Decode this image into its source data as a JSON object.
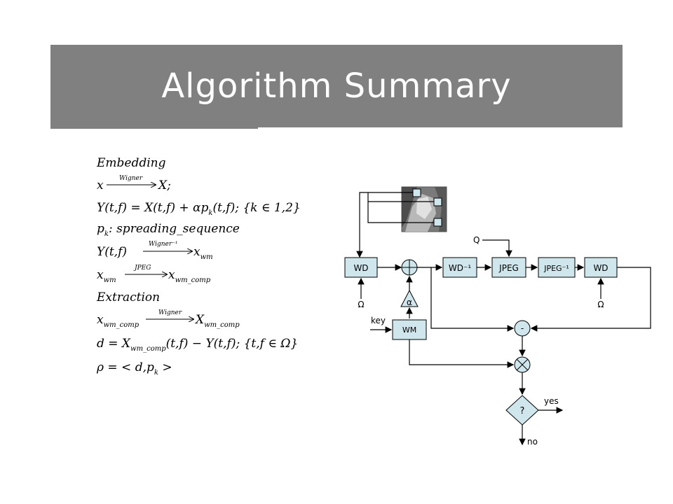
{
  "slide": {
    "title": "Algorithm Summary"
  },
  "math": {
    "embedding_heading": "Embedding",
    "extraction_heading": "Extraction",
    "line1": {
      "lhs": "x",
      "arrow_label": "Wigner",
      "rhs": "X;"
    },
    "line2": {
      "text": "Y(t,f) = X(t,f) + αp",
      "sub": "k",
      "tail": "(t,f); {k ∈ 1,2}"
    },
    "line3": {
      "text": "p",
      "sub": "k",
      "tail": ": spreading_sequence"
    },
    "line4": {
      "lhs": "Y(t,f)",
      "arrow_label": "Wigner⁻¹",
      "rhs": "x",
      "rhs_sub": "wm"
    },
    "line5": {
      "lhs": "x",
      "lhs_sub": "wm",
      "arrow_label": "JPEG",
      "rhs": "x",
      "rhs_sub": "wm_comp"
    },
    "line6": {
      "lhs": "x",
      "lhs_sub": "wm_comp",
      "arrow_label": "Wigner",
      "rhs": "X",
      "rhs_sub": "wm_comp"
    },
    "line7": {
      "text": "d = X",
      "sub": "wm_comp",
      "tail": "(t,f) − Y(t,f); {t,f ∈ Ω}"
    },
    "line8": {
      "text": "ρ = < d,p",
      "sub": "k",
      "tail": " >"
    }
  },
  "diagram": {
    "blocks": {
      "wd_left": "WD",
      "wd_inverse": "WD⁻¹",
      "jpeg": "JPEG",
      "jpeg_inverse": "JPEG⁻¹",
      "wd_right": "WD",
      "wm": "WM"
    },
    "labels": {
      "q": "Q",
      "omega_left": "Ω",
      "omega_right": "Ω",
      "key": "key",
      "alpha": "α",
      "minus": "-",
      "decision": "?",
      "yes": "yes",
      "no": "no"
    },
    "colors": {
      "block_fill": "#cfe6ec",
      "title_bar": "#808080"
    }
  }
}
